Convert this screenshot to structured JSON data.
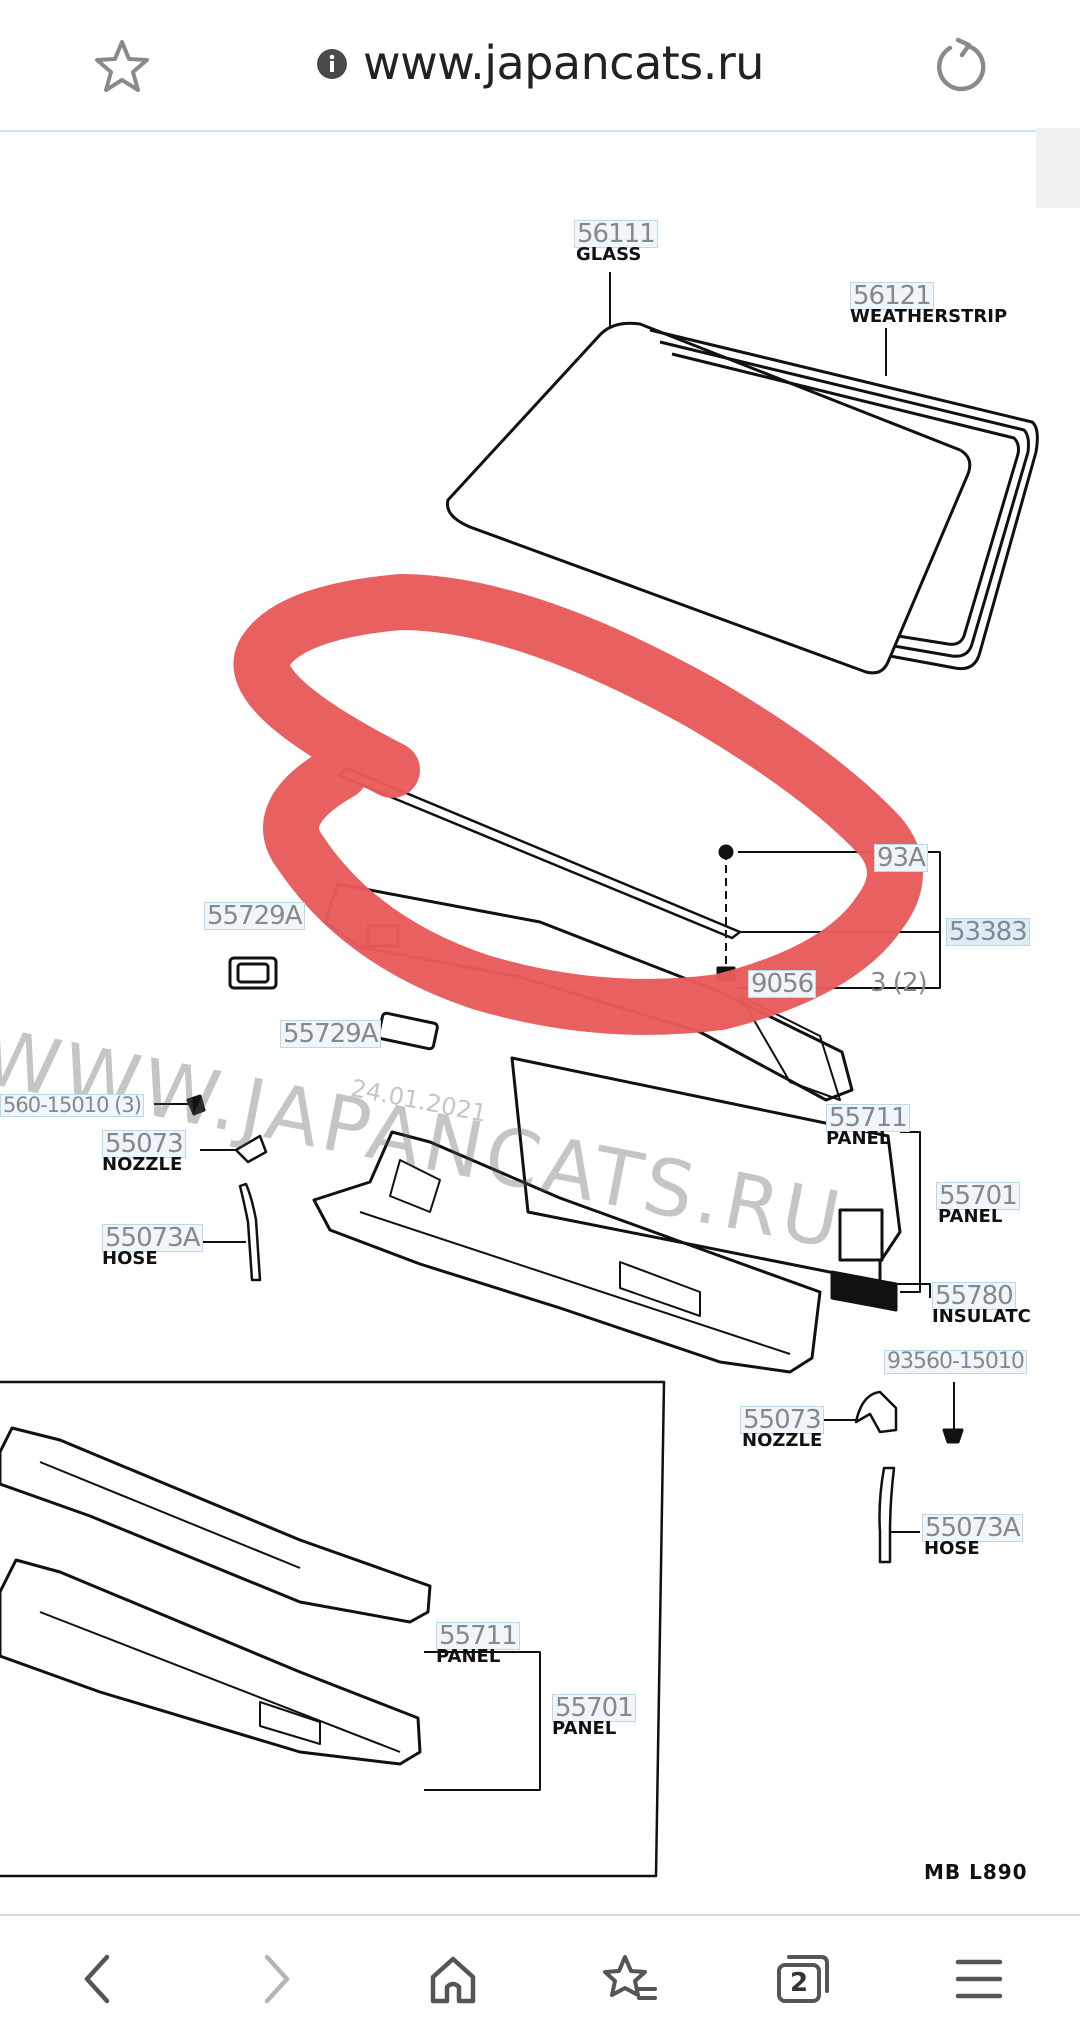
{
  "browser": {
    "url": "www.japancats.ru",
    "tab_count": "2"
  },
  "icons": {
    "bookmark": "star-outline-icon",
    "info": "info-circle-icon",
    "reload": "reload-icon",
    "back": "chevron-left-icon",
    "forward": "chevron-right-icon",
    "home": "home-icon",
    "bookmarks": "star-list-icon",
    "tabs": "tabs-icon",
    "menu": "hamburger-menu-icon"
  },
  "diagram": {
    "highlight_color": "#e85b5b",
    "parts": [
      {
        "id": "p56111",
        "number": "56111",
        "name": "GLASS"
      },
      {
        "id": "p56121",
        "number": "56121",
        "name": "WEATHERSTRIP"
      },
      {
        "id": "p55729a1",
        "number": "55729A",
        "name": ""
      },
      {
        "id": "p55729a2",
        "number": "55729A",
        "name": ""
      },
      {
        "id": "p93a",
        "number": "93A",
        "name": ""
      },
      {
        "id": "p53383",
        "number": "53383",
        "name": ""
      },
      {
        "id": "p9056",
        "number": "9056",
        "name": ""
      },
      {
        "id": "p9056q",
        "number": "3 (2)",
        "name": ""
      },
      {
        "id": "p560",
        "number": "560-15010 (3)",
        "name": ""
      },
      {
        "id": "p55073a",
        "number": "55073",
        "name": "NOZZLE"
      },
      {
        "id": "p55073ha",
        "number": "55073A",
        "name": "HOSE"
      },
      {
        "id": "p55711a",
        "number": "55711",
        "name": "PANEL"
      },
      {
        "id": "p55701a",
        "number": "55701",
        "name": "PANEL"
      },
      {
        "id": "p55780",
        "number": "55780",
        "name": "INSULATC"
      },
      {
        "id": "p93560",
        "number": "93560-15010",
        "name": ""
      },
      {
        "id": "p55073b",
        "number": "55073",
        "name": "NOZZLE"
      },
      {
        "id": "p55073hb",
        "number": "55073A",
        "name": "HOSE"
      },
      {
        "id": "p55711b",
        "number": "55711",
        "name": "PANEL"
      },
      {
        "id": "p55701b",
        "number": "55701",
        "name": "PANEL"
      }
    ],
    "watermark": "WWW.JAPANCATS.RU",
    "watermark_date": "24.01.2021",
    "footer_code": "MB  L890"
  }
}
